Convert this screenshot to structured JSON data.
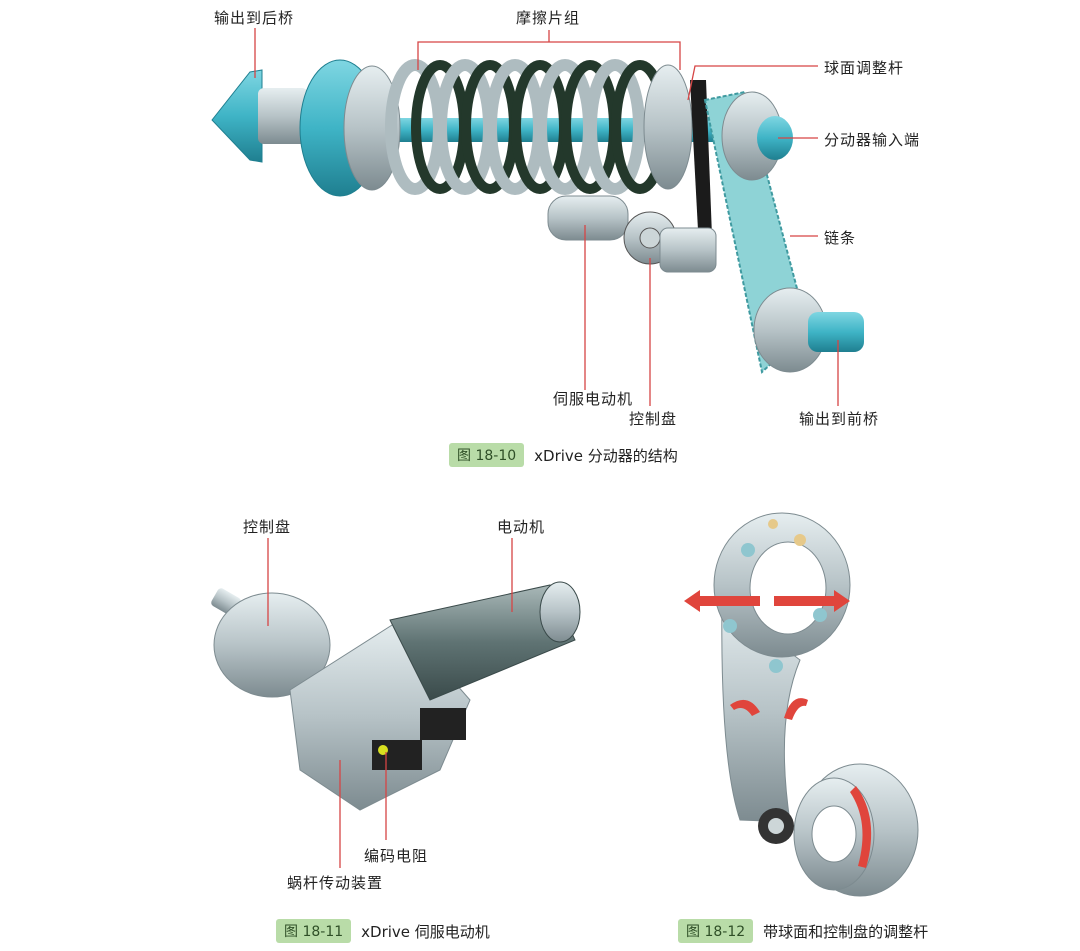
{
  "colors": {
    "leader": "#d64545",
    "caption_badge": "#b9dca8",
    "teal": "#3fb4c6",
    "gray": "#b7c3c7",
    "dark_green": "#23382b",
    "arrow_red": "#e0453c"
  },
  "fig1": {
    "badge": "图 18-10",
    "caption": "xDrive 分动器的结构",
    "labels": {
      "rear_output": "输出到后桥",
      "friction_pack": "摩擦片组",
      "ball_lever": "球面调整杆",
      "input": "分动器输入端",
      "chain": "链条",
      "servo_motor": "伺服电动机",
      "control_disc": "控制盘",
      "front_output": "输出到前桥"
    }
  },
  "fig2": {
    "badge": "图 18-11",
    "caption": "xDrive 伺服电动机",
    "labels": {
      "control_disc": "控制盘",
      "motor": "电动机",
      "encoder": "编码电阻",
      "worm_gear": "蜗杆传动装置"
    }
  },
  "fig3": {
    "badge": "图 18-12",
    "caption": "带球面和控制盘的调整杆"
  }
}
